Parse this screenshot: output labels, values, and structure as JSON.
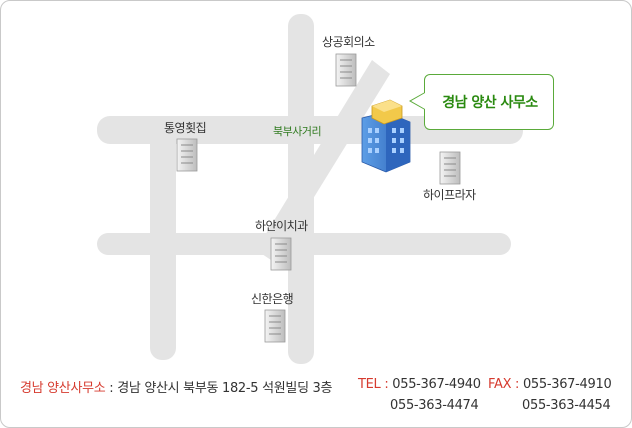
{
  "callout": {
    "label": "경남 양산 사무소"
  },
  "landmarks": {
    "sanggong": "상공회의소",
    "tongyeong": "통영횟집",
    "intersection": "북부사거리",
    "hyplaza": "하이프라자",
    "hayan": "하얀이치과",
    "shinhan": "신한은행"
  },
  "footer": {
    "office_label": "경남 양산사무소",
    "separator": " : ",
    "address": "경남 양산시 북부동 182-5 석원빌딩 3층",
    "tel_label": "TEL : ",
    "tel_1": "055-367-4940",
    "tel_2": "055-363-4474",
    "fax_label": "FAX : ",
    "fax_1": "055-367-4910",
    "fax_2": "055-363-4454"
  },
  "colors": {
    "road": "#e4e4e4",
    "accent_green": "#5aaa3a",
    "accent_red": "#d63b2f",
    "office_building": "#3f7fd0"
  }
}
